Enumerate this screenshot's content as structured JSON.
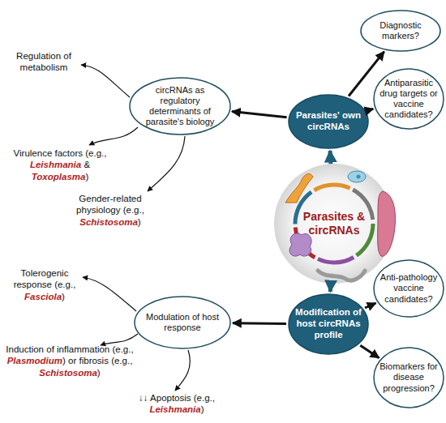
{
  "diagram": {
    "nodes": [
      {
        "text": [
          "Diagnostic markers?"
        ]
      },
      {
        "text": [
          "circRNAs as regulatory determinants of parasite's biology"
        ]
      },
      {
        "text": [
          "Parasites' own circRNAs"
        ]
      },
      {
        "text": [
          "Antiparasitic drug targets or vaccine candidates?"
        ]
      },
      {
        "text": [
          "Parasites & circRNAs"
        ]
      },
      {
        "text": [
          "Anti-pathology vaccine candidates?"
        ]
      },
      {
        "text": [
          "Modulation of host response"
        ]
      },
      {
        "text": [
          "Modification of host circRNAs profile"
        ]
      },
      {
        "text": [
          "Biomarkers for disease progression?"
        ]
      }
    ],
    "edges": [
      {
        "from": 4,
        "to": 2,
        "arrow": "to"
      },
      {
        "from": 4,
        "to": 7,
        "arrow": "to"
      },
      {
        "from": 2,
        "to": 1,
        "arrow": "to"
      },
      {
        "from": 2,
        "to": 0,
        "arrow": "to"
      },
      {
        "from": 2,
        "to": 3,
        "arrow": "to"
      },
      {
        "from": 7,
        "to": 6,
        "arrow": "to"
      },
      {
        "from": 7,
        "to": 5,
        "arrow": "to"
      },
      {
        "from": 7,
        "to": 8,
        "arrow": "to"
      }
    ],
    "labels": [
      "Regulation of metabolism",
      "Virulence factors (e.g., Leishmania & Toxoplasma)",
      "Gender-related physiology (e.g., Schistosoma)",
      "Tolerogenic response (e.g., Fasciola)",
      "Induction of inflammation (e.g., Plasmodium) or fibrosis (e.g., Schistosoma)",
      "↓↓ Apoptosis (e.g., Leishmania)"
    ]
  }
}
